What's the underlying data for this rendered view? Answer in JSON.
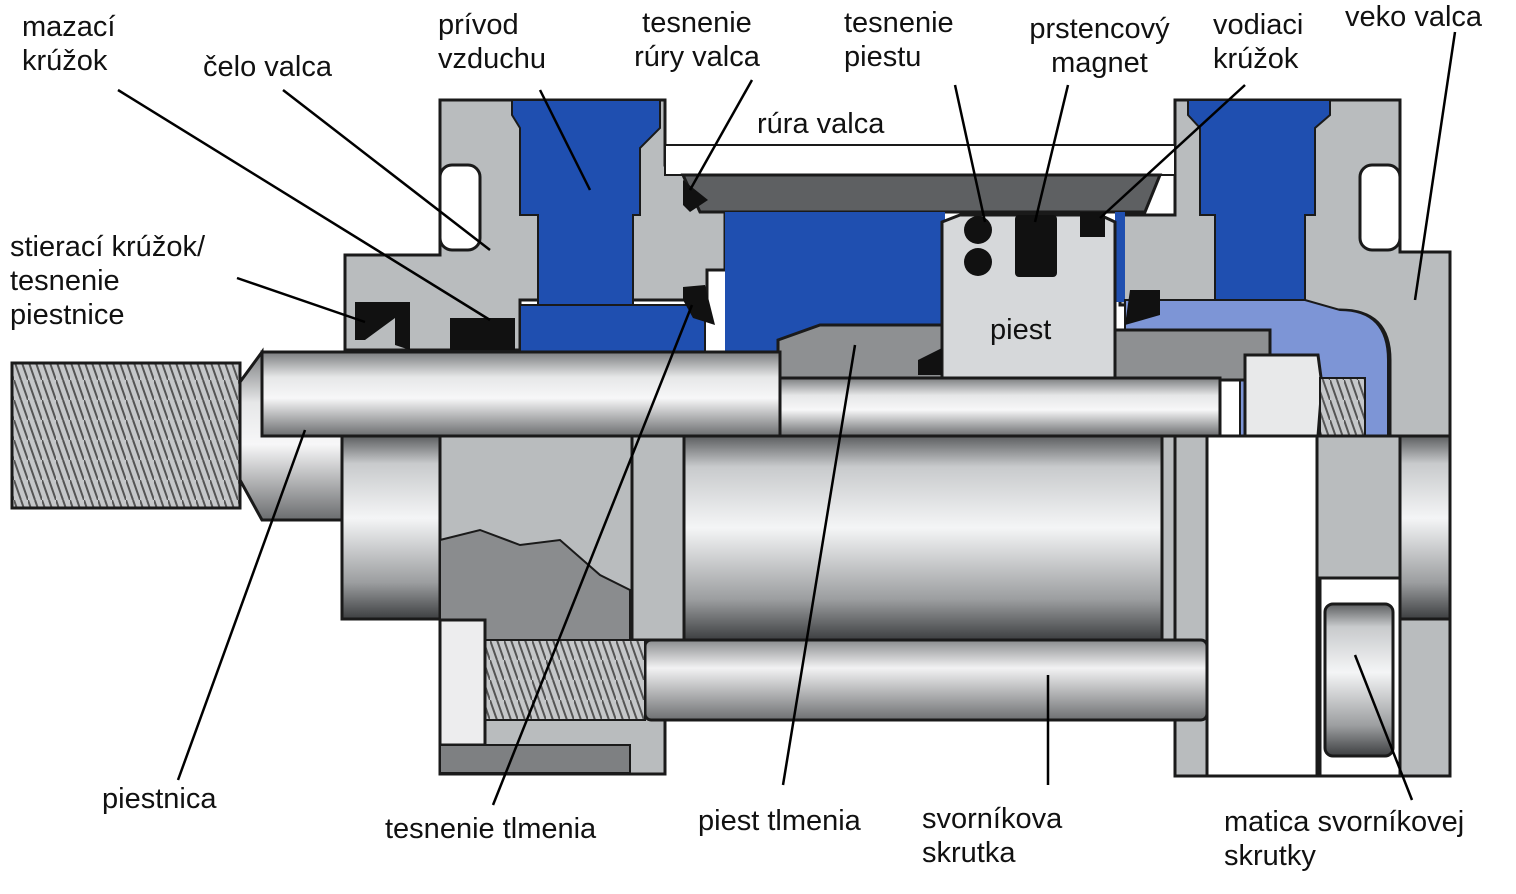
{
  "labels": {
    "lubricating_ring": [
      "mazací",
      "krúžok"
    ],
    "cylinder_head": "čelo valca",
    "air_supply": [
      "prívod",
      "vzduchu"
    ],
    "tube_seal": [
      "tesnenie",
      "rúry valca"
    ],
    "piston_seal": [
      "tesnenie",
      "piestu"
    ],
    "ring_magnet": [
      "prstencový",
      "magnet"
    ],
    "guide_ring": [
      "vodiaci",
      "krúžok"
    ],
    "end_cap": "veko valca",
    "cylinder_tube": "rúra valca",
    "wiper_ring": [
      "stierací krúžok/",
      "tesnenie",
      "piestnice"
    ],
    "piston": "piest",
    "piston_rod": "piestnica",
    "cushion_seal": "tesnenie tlmenia",
    "cushion_piston": "piest tlmenia",
    "tie_rod": [
      "svorníkova",
      "skrutka"
    ],
    "tie_rod_nut": [
      "matica svorníkovej",
      "skrutky"
    ]
  },
  "colors": {
    "housing": "#b9bcbe",
    "air_blue": "#1f4fb0",
    "light_blue": "#7d95d6",
    "seal_black": "#111111",
    "outline": "#1a1a1a",
    "leader": "#000000"
  }
}
